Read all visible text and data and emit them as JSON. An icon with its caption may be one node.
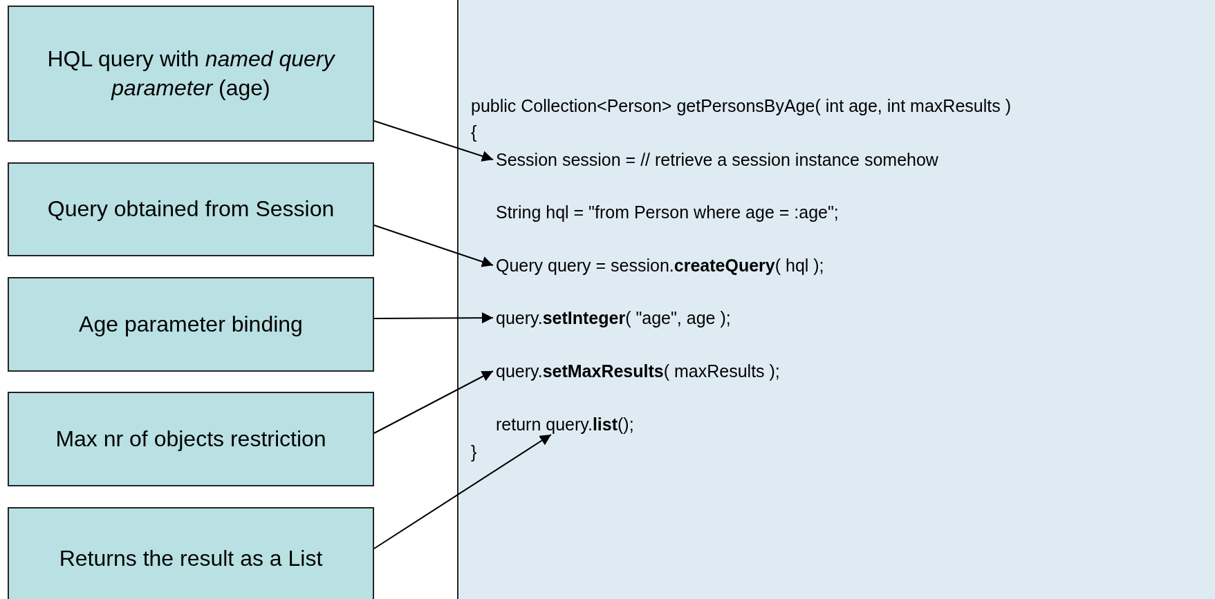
{
  "diagram": {
    "nodes": [
      {
        "text": [
          "HQL query with *named query parameter* (age)"
        ]
      },
      {
        "text": [
          "Query obtained from Session"
        ]
      },
      {
        "text": [
          "Age parameter binding"
        ]
      },
      {
        "text": [
          "Max nr of objects restriction"
        ]
      },
      {
        "text": [
          "Returns the result as a List"
        ]
      },
      {
        "text": [
          "Session session = // retrieve a session instance somehow"
        ]
      },
      {
        "text": [
          "Query query = session.**createQuery**( hql );"
        ]
      },
      {
        "text": [
          "query.**setInteger**( \"age\", age );"
        ]
      },
      {
        "text": [
          "query.**setMaxResults**( maxResults );"
        ]
      },
      {
        "text": [
          "return query.**list**();"
        ]
      }
    ],
    "edges": [
      {
        "from": 0,
        "to": 5,
        "arrow": "to"
      },
      {
        "from": 1,
        "to": 6,
        "arrow": "to"
      },
      {
        "from": 2,
        "to": 7,
        "arrow": "to"
      },
      {
        "from": 3,
        "to": 8,
        "arrow": "to"
      },
      {
        "from": 4,
        "to": 9,
        "arrow": "to"
      }
    ],
    "labels": [
      "public Collection<Person> getPersonsByAge( int age, int maxResults )",
      "{",
      "String hql = \"from Person where age = :age\";",
      "}"
    ]
  }
}
